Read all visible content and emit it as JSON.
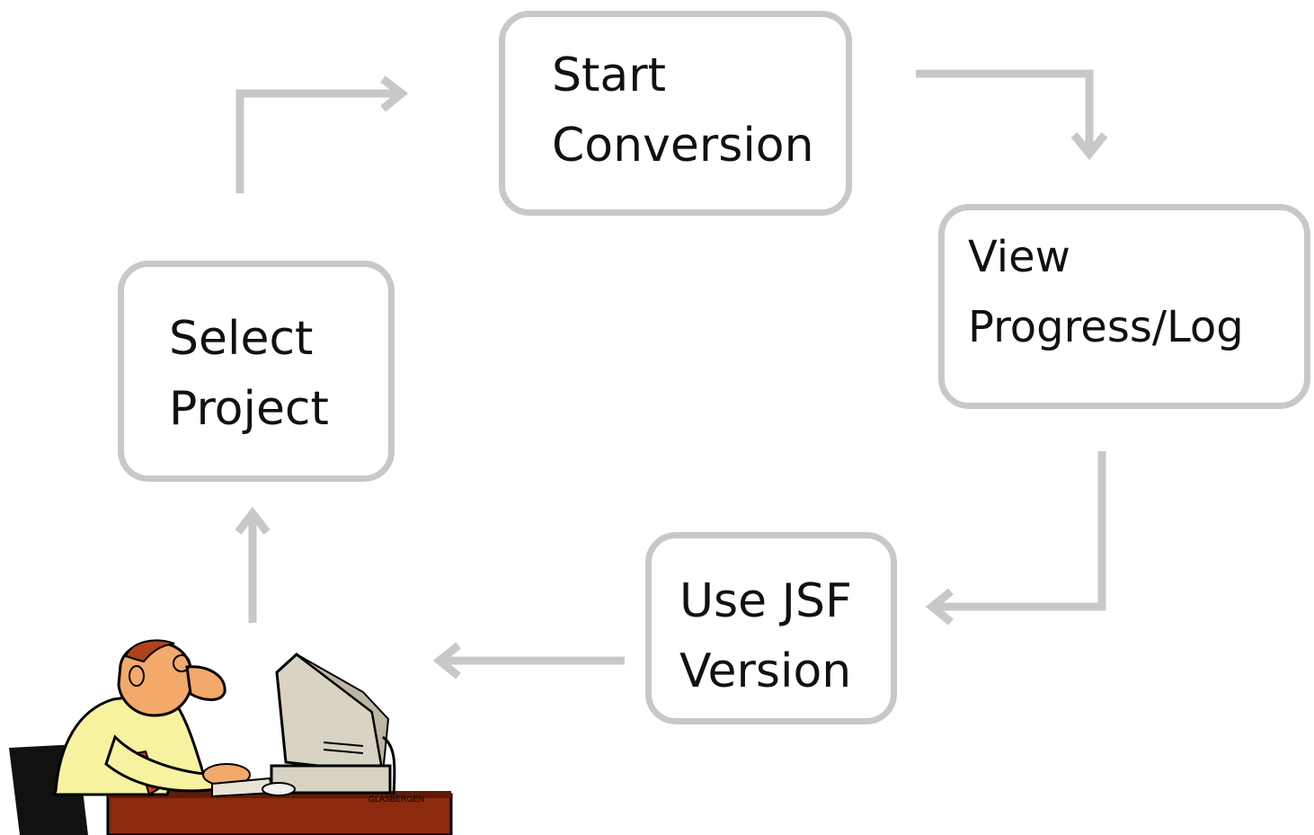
{
  "diagram": {
    "steps": [
      {
        "id": "select-project",
        "lines": [
          "Select",
          "Project"
        ]
      },
      {
        "id": "start-conversion",
        "lines": [
          "Start",
          "Conversion"
        ]
      },
      {
        "id": "view-progress-log",
        "lines": [
          "View",
          "Progress/Log"
        ]
      },
      {
        "id": "use-jsf-version",
        "lines": [
          "Use JSF",
          "Version"
        ]
      }
    ],
    "illustration": {
      "subject": "person-at-computer",
      "signature": "GLASBERGEN"
    },
    "colors": {
      "box_border": "#c8c8c8",
      "arrow": "#c8c8c8",
      "text": "#111111"
    }
  }
}
